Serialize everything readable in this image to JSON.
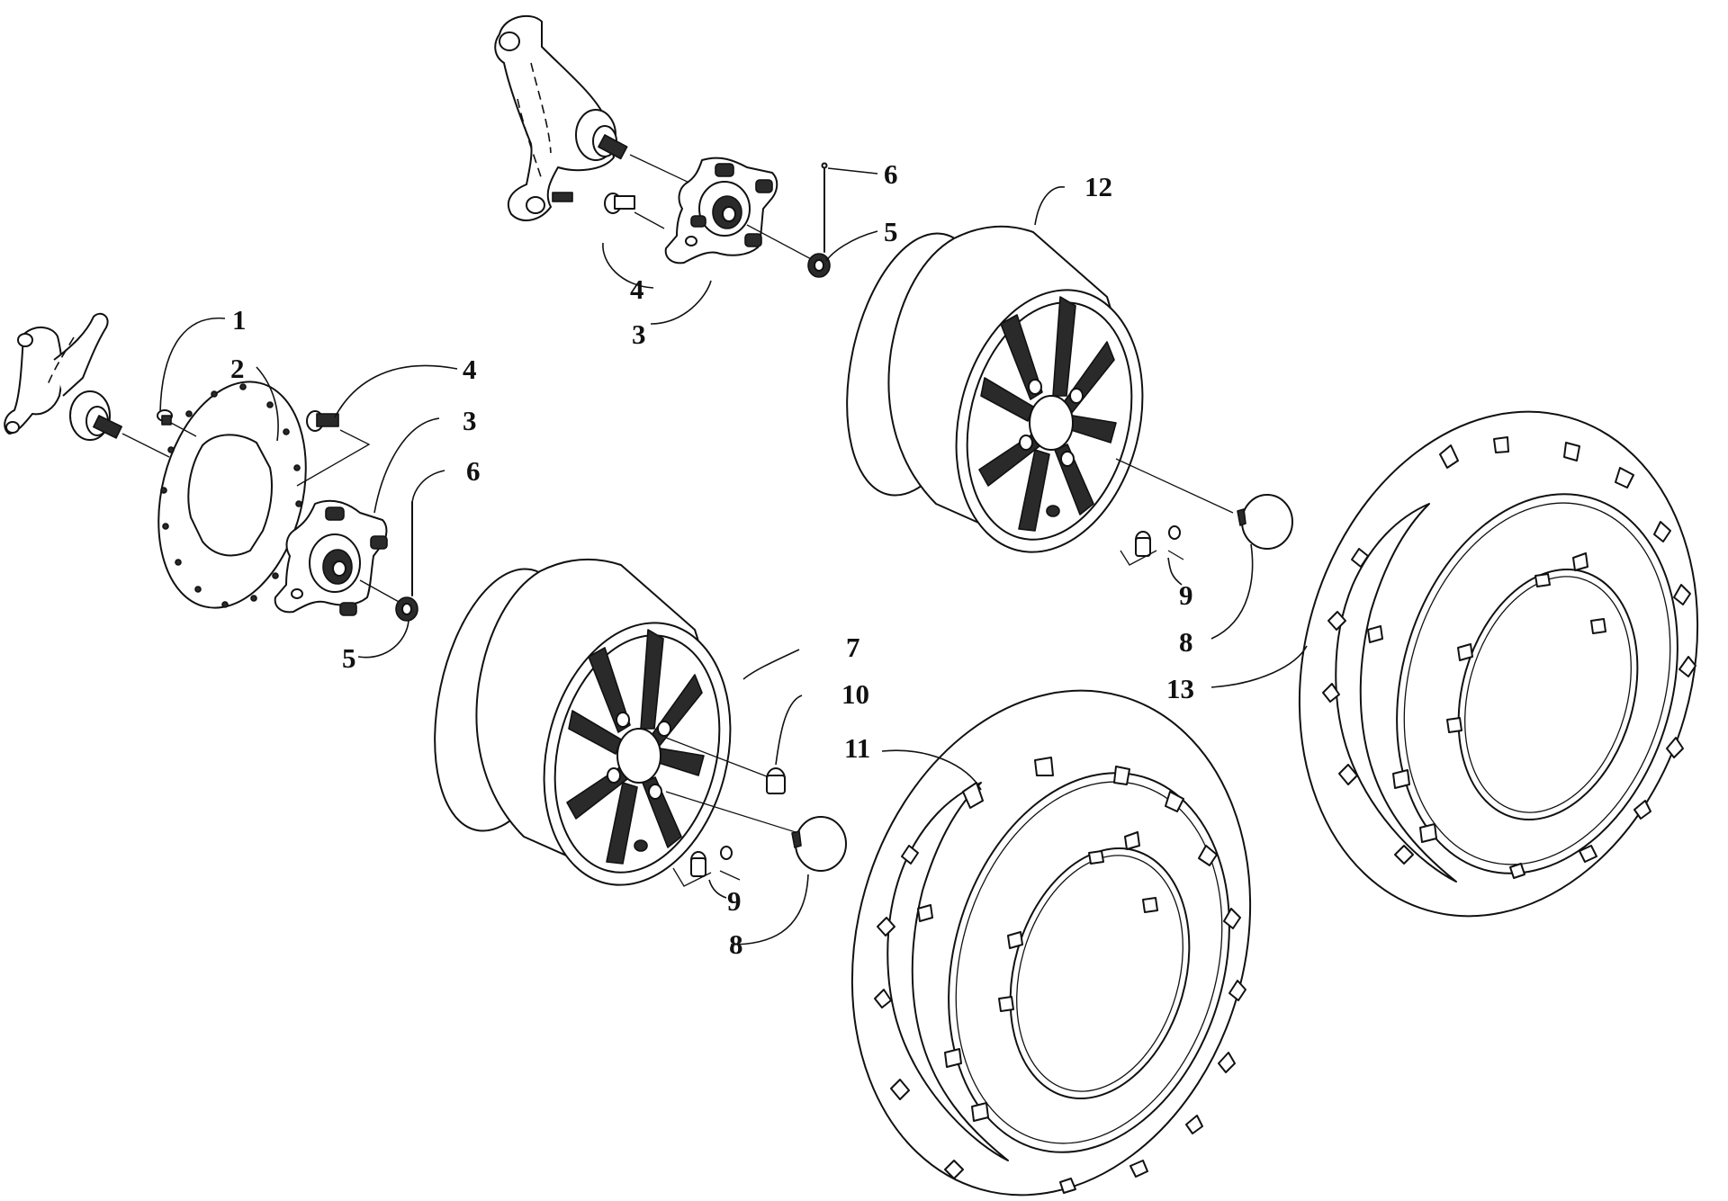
{
  "callouts": [
    {
      "id": "c1",
      "number": "1"
    },
    {
      "id": "c2",
      "number": "2"
    },
    {
      "id": "c3a",
      "number": "3"
    },
    {
      "id": "c3b",
      "number": "3"
    },
    {
      "id": "c4a",
      "number": "4"
    },
    {
      "id": "c4b",
      "number": "4"
    },
    {
      "id": "c5a",
      "number": "5"
    },
    {
      "id": "c5b",
      "number": "5"
    },
    {
      "id": "c6a",
      "number": "6"
    },
    {
      "id": "c6b",
      "number": "6"
    },
    {
      "id": "c7",
      "number": "7"
    },
    {
      "id": "c8a",
      "number": "8"
    },
    {
      "id": "c8b",
      "number": "8"
    },
    {
      "id": "c9a",
      "number": "9"
    },
    {
      "id": "c9b",
      "number": "9"
    },
    {
      "id": "c10",
      "number": "10"
    },
    {
      "id": "c11",
      "number": "11"
    },
    {
      "id": "c12",
      "number": "12"
    },
    {
      "id": "c13",
      "number": "13"
    }
  ]
}
